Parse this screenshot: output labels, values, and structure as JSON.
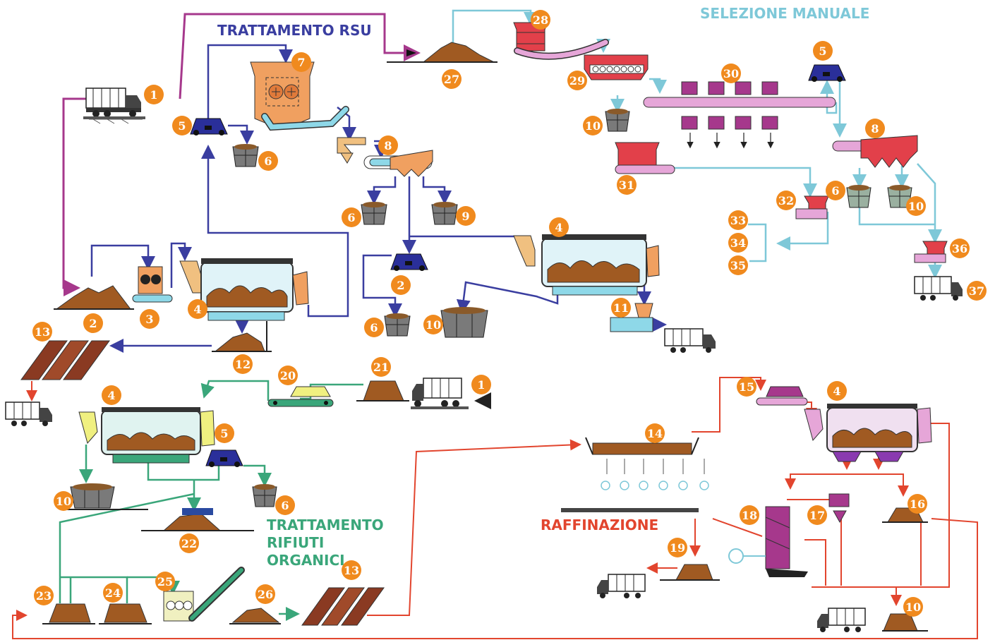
{
  "titles": {
    "rsu": "TRATTAMENTO RSU",
    "manuale": "SELEZIONE MANUALE",
    "organici_1": "TRATTAMENTO",
    "organici_2": "RIFIUTI",
    "organici_3": "ORGANICI",
    "raffinazione": "RAFFINAZIONE"
  },
  "colors": {
    "rsu": "#3a3ea0",
    "manuale": "#7ec8d8",
    "organici": "#3aa67a",
    "raffinazione": "#e2452e",
    "feed": "#a6388c",
    "badge": "#f08a1e"
  },
  "badges": {
    "b1": "1",
    "b2": "2",
    "b3": "3",
    "b4": "4",
    "b5": "5",
    "b6": "6",
    "b7": "7",
    "b8": "8",
    "b6b": "6",
    "b9": "9",
    "b2b": "2",
    "b6c": "6",
    "b10": "10",
    "b4b": "4",
    "b11": "11",
    "b12": "12",
    "b13": "13",
    "b27": "27",
    "b28": "28",
    "b29": "29",
    "b10b": "10",
    "b30": "30",
    "b5b": "5",
    "b8b": "8",
    "b31": "31",
    "b32": "32",
    "b6d": "6",
    "b10c": "10",
    "b33": "33",
    "b34": "34",
    "b35": "35",
    "b36": "36",
    "b37": "37",
    "b20": "20",
    "b21": "21",
    "b1b": "1",
    "b4c": "4",
    "b5c": "5",
    "b10d": "10",
    "b6e": "6",
    "b22": "22",
    "b23": "23",
    "b24": "24",
    "b25": "25",
    "b26": "26",
    "b13b": "13",
    "b14": "14",
    "b15": "15",
    "b4d": "4",
    "b16": "16",
    "b17": "17",
    "b18": "18",
    "b19": "19",
    "b10e": "10"
  }
}
